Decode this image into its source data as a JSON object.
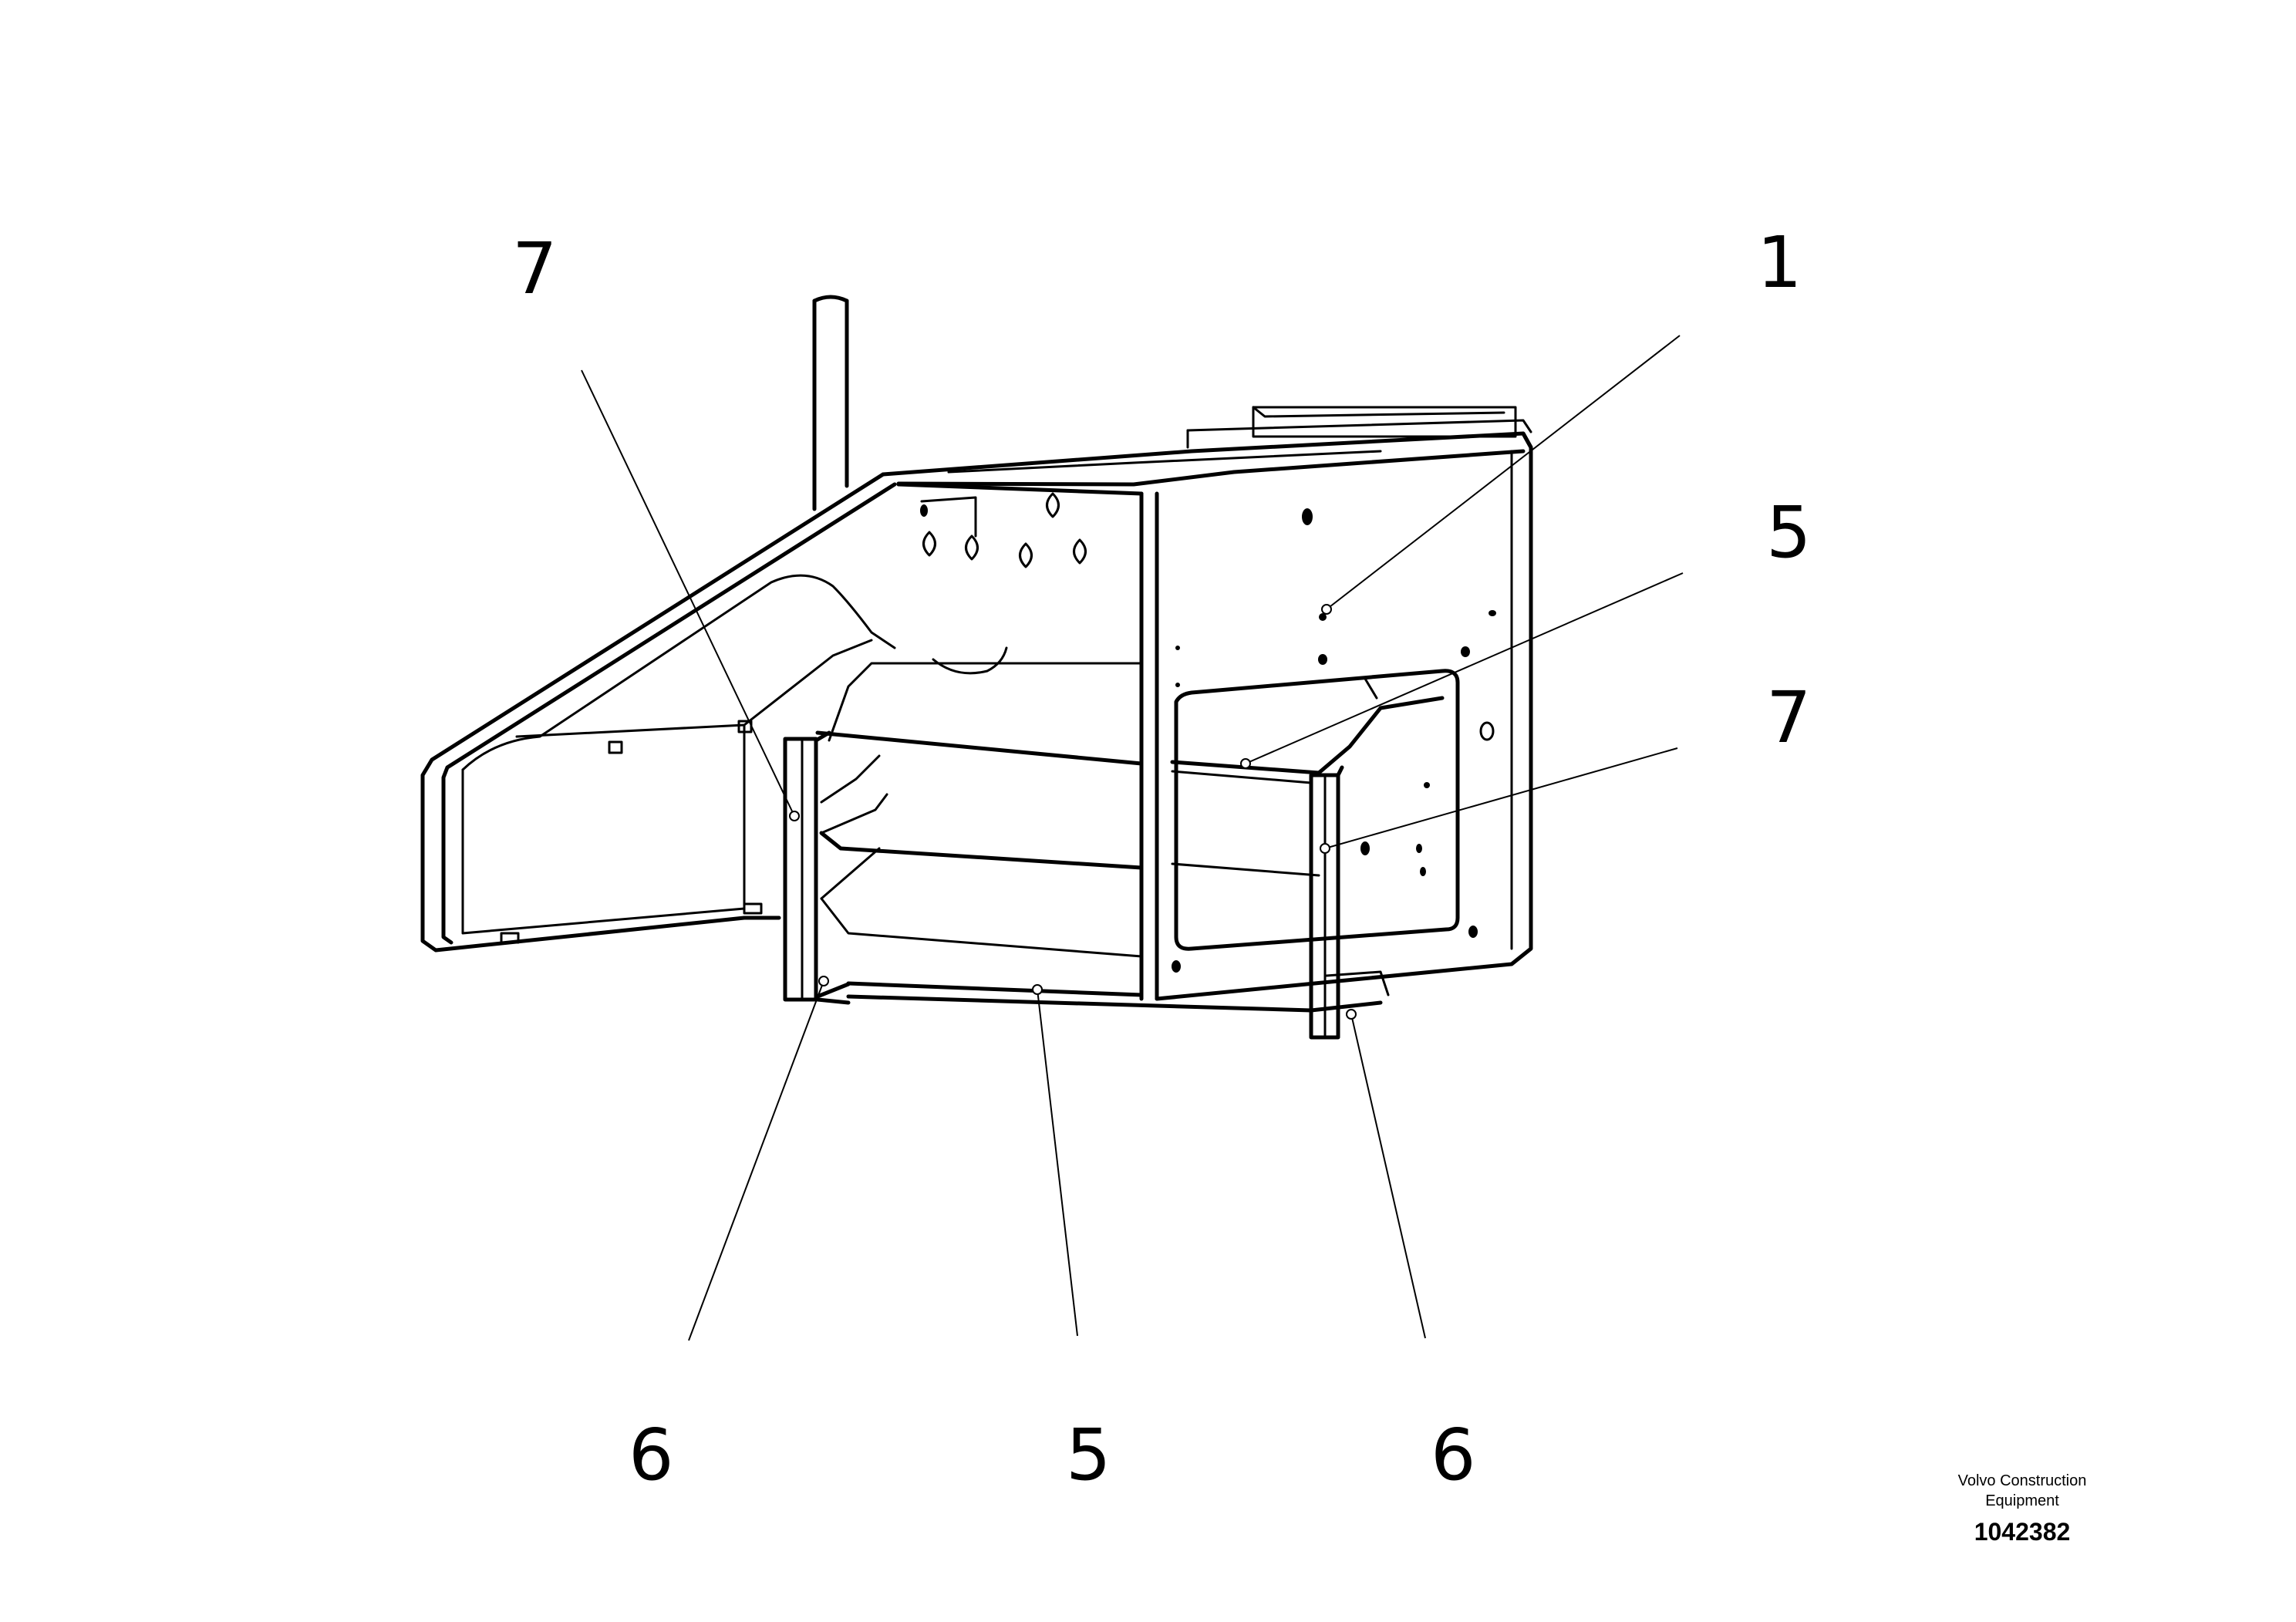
{
  "callouts": [
    {
      "id": "callout-7-top-left",
      "label": "7"
    },
    {
      "id": "callout-1",
      "label": "1"
    },
    {
      "id": "callout-5-right",
      "label": "5"
    },
    {
      "id": "callout-7-right",
      "label": "7"
    },
    {
      "id": "callout-6-left",
      "label": "6"
    },
    {
      "id": "callout-5-bottom",
      "label": "5"
    },
    {
      "id": "callout-6-right",
      "label": "6"
    }
  ],
  "footer": {
    "company_line1": "Volvo Construction",
    "company_line2": "Equipment",
    "drawing_number": "1042382"
  }
}
